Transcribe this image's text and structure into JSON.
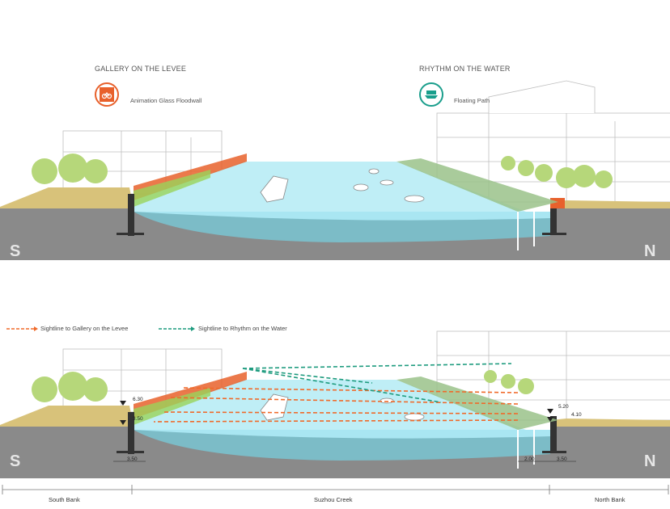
{
  "top": {
    "gallery_heading": "GALLERY ON THE LEVEE",
    "gallery_item": "Animation Glass Floodwall",
    "gallery_icon": "bicycle-icon",
    "gallery_color": "#e8612c",
    "rhythm_heading": "RHYTHM ON THE WATER",
    "rhythm_item": "Floating Path",
    "rhythm_icon": "boat-icon",
    "rhythm_color": "#1a9e8c",
    "south_letter": "S",
    "north_letter": "N"
  },
  "bottom": {
    "legend_gallery": "Sightline to Gallery on the Levee",
    "legend_rhythm": "Sightline to Rhythm on the Water",
    "dim_south_top": "6.30",
    "dim_south_low": "3.50",
    "dim_south_width": "3.50",
    "dim_north_top": "5.20",
    "dim_north_low": "4.10",
    "dim_north_width_a": "2.00",
    "dim_north_width_b": "3.50",
    "south_letter": "S",
    "north_letter": "N"
  },
  "banks": {
    "south": "South Bank",
    "creek": "Suzhou Creek",
    "north": "North Bank"
  },
  "colors": {
    "water": "#a9e6f2",
    "water_deep": "#7cbcc7",
    "ground": "#8a8a8a",
    "tree": "#b6d77a",
    "gallery_line": "#f06a2a",
    "rhythm_line": "#1d9b7e"
  }
}
